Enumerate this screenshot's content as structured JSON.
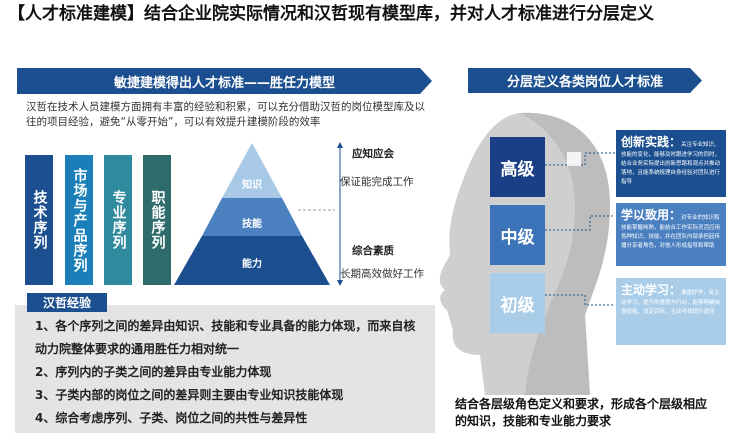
{
  "title": "【人才标准建模】结合企业院实际情况和汉哲现有模型库，并对人才标准进行分层定义",
  "left_banner": "敏捷建模得出人才标准——胜任力模型",
  "right_banner": "分层定义各类岗位人才标准",
  "intro": "汉哲在技术人员建模方面拥有丰富的经验和积累，可以充分借助汉哲的岗位模型库及以往的项目经验，避免“从零开始”，可以有效提升建模阶段的效率",
  "columns": [
    {
      "label": "技术序列",
      "color": "#1b4f8f"
    },
    {
      "label": "市场与产品序列",
      "color": "#1a7fb8"
    },
    {
      "label": "专业序列",
      "color": "#2f8a9e"
    },
    {
      "label": "职能序列",
      "color": "#2e6b6b"
    }
  ],
  "pyramid": {
    "top": "知识",
    "middle": "技能",
    "bottom": "能力"
  },
  "axis": {
    "top_title": "应知应会",
    "top_desc": "保证能完成工作",
    "bottom_title": "综合素质",
    "bottom_desc": "长期高效做好工作"
  },
  "experience": {
    "label": "汉哲经验",
    "items": [
      "1、各个序列之间的差异由知识、技能和专业具备的能力体现，而来自核动力院整体要求的通用胜任力相对统一",
      "2、序列内的子类之间的差异由专业能力体现",
      "3、子类内部的岗位之间的差异则主要由专业知识技能体现",
      "4、综合考虑序列、子类、岗位之间的共性与差异性"
    ]
  },
  "levels": [
    {
      "label": "高级",
      "color": "#1b3f86",
      "card_title": "创新实践：",
      "card_text": "关注专业知识、技能的变化，能够及时跟进学习的同时，结合业务实际提出创新思路和观点并推动落地，且能系统梳理自身经验对团队进行指导",
      "card_color": "#1b4f8f"
    },
    {
      "label": "中级",
      "color": "#3d73b8",
      "card_title": "学以致用：",
      "card_text": "对专业的知识和技能掌握纯熟，能结合工作实际灵活应用各种知识、技能，并在团队内部承担起传播分享者角色，对他人形成指导和帮助",
      "card_color": "#4a7fc0"
    },
    {
      "label": "初级",
      "color": "#a9cde8",
      "card_title": "主动学习：",
      "card_text": "谦虚好学，有主动学习、提升的意愿与行动，能够明确自身短板，设定目标，主动寻找提升途径",
      "card_color": "#a9cde8"
    }
  ],
  "summary": "结合各层级角色定义和要求，形成各个层级相应的知识，技能和专业能力要求"
}
